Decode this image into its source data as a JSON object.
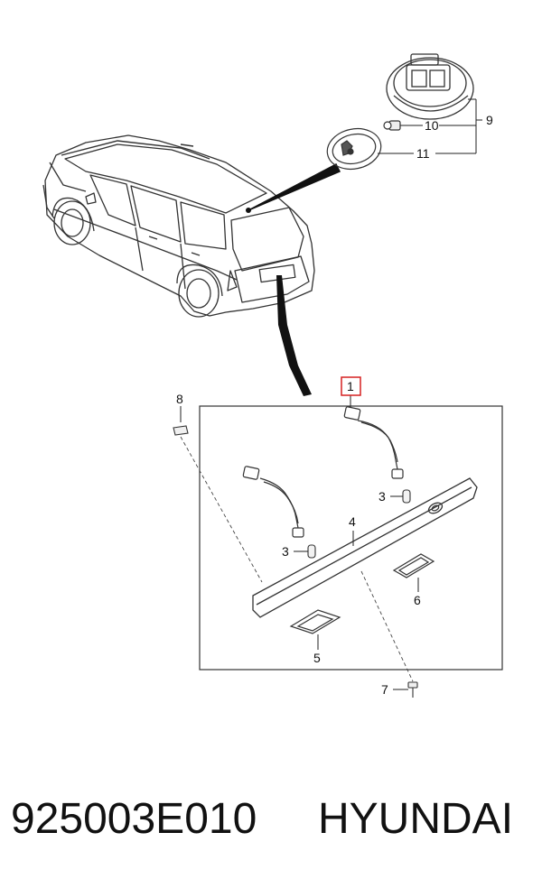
{
  "callouts": {
    "c1": "1",
    "c3a": "3",
    "c3b": "3",
    "c4": "4",
    "c5": "5",
    "c6": "6",
    "c7": "7",
    "c8": "8",
    "c9": "9",
    "c10": "10",
    "c11": "11"
  },
  "footer": {
    "part_number": "925003E010",
    "brand": "HYUNDAI"
  },
  "colors": {
    "line": "#222222",
    "highlight": "#d62020"
  }
}
